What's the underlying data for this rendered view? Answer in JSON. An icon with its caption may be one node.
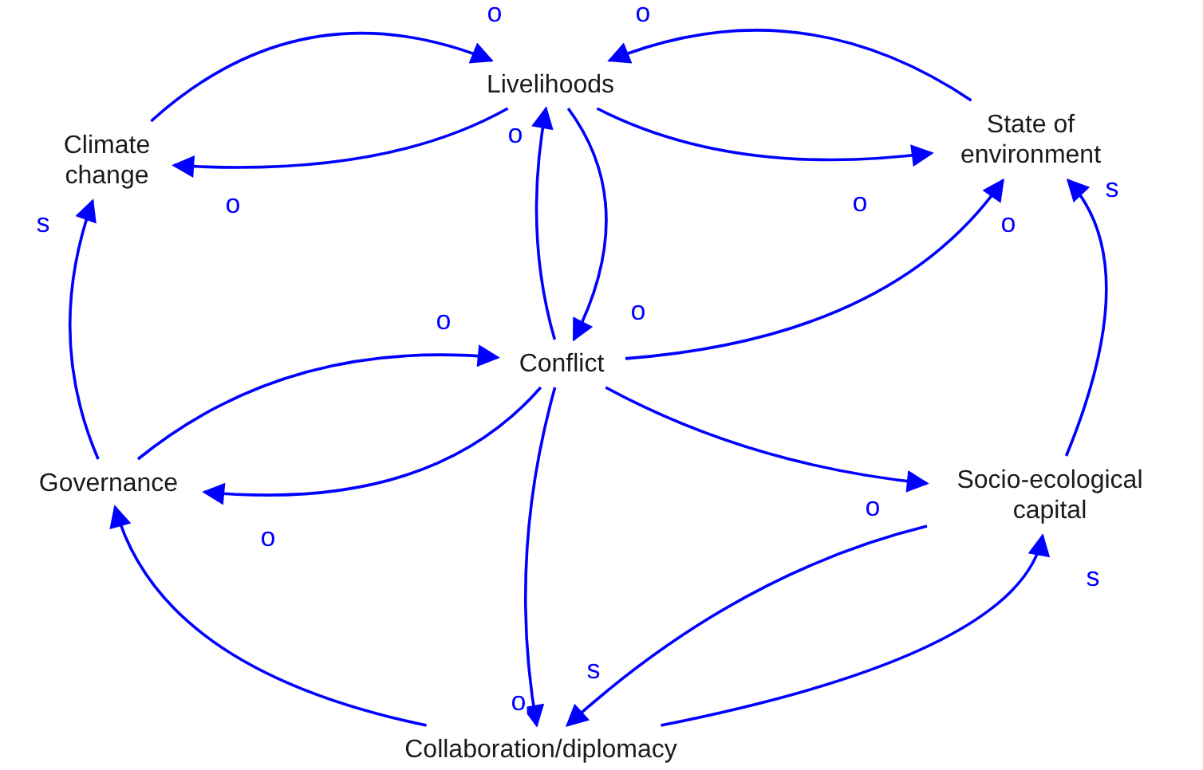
{
  "diagram": {
    "nodes": [
      {
        "text": [
          "Livelihoods"
        ]
      },
      {
        "text": [
          "Climate change"
        ]
      },
      {
        "text": [
          "State of environment"
        ]
      },
      {
        "text": [
          "Conflict"
        ]
      },
      {
        "text": [
          "Governance"
        ]
      },
      {
        "text": [
          "Socio-ecological capital"
        ]
      },
      {
        "text": [
          "Collaboration/diplomacy"
        ]
      }
    ],
    "edges": [
      {
        "from": 1,
        "to": 0,
        "arrow": "to",
        "label": "o"
      },
      {
        "from": 0,
        "to": 1,
        "arrow": "to",
        "label": "o"
      },
      {
        "from": 2,
        "to": 0,
        "arrow": "to",
        "label": "o"
      },
      {
        "from": 0,
        "to": 2,
        "arrow": "to",
        "label": "o"
      },
      {
        "from": 4,
        "to": 1,
        "arrow": "to",
        "label": "s"
      },
      {
        "from": 3,
        "to": 0,
        "arrow": "to",
        "label": "o"
      },
      {
        "from": 0,
        "to": 3,
        "arrow": "to",
        "label": "o"
      },
      {
        "from": 4,
        "to": 3,
        "arrow": "to",
        "label": "o"
      },
      {
        "from": 3,
        "to": 2,
        "arrow": "to",
        "label": "o"
      },
      {
        "from": 3,
        "to": 4,
        "arrow": "to",
        "label": "o"
      },
      {
        "from": 3,
        "to": 5,
        "arrow": "to",
        "label": "o"
      },
      {
        "from": 3,
        "to": 6,
        "arrow": "to",
        "label": "o"
      },
      {
        "from": 5,
        "to": 6,
        "arrow": "to",
        "label": "s"
      },
      {
        "from": 6,
        "to": 4,
        "arrow": "to"
      },
      {
        "from": 6,
        "to": 5,
        "arrow": "to",
        "label": "s"
      },
      {
        "from": 5,
        "to": 2,
        "arrow": "to",
        "label": "s"
      }
    ]
  }
}
